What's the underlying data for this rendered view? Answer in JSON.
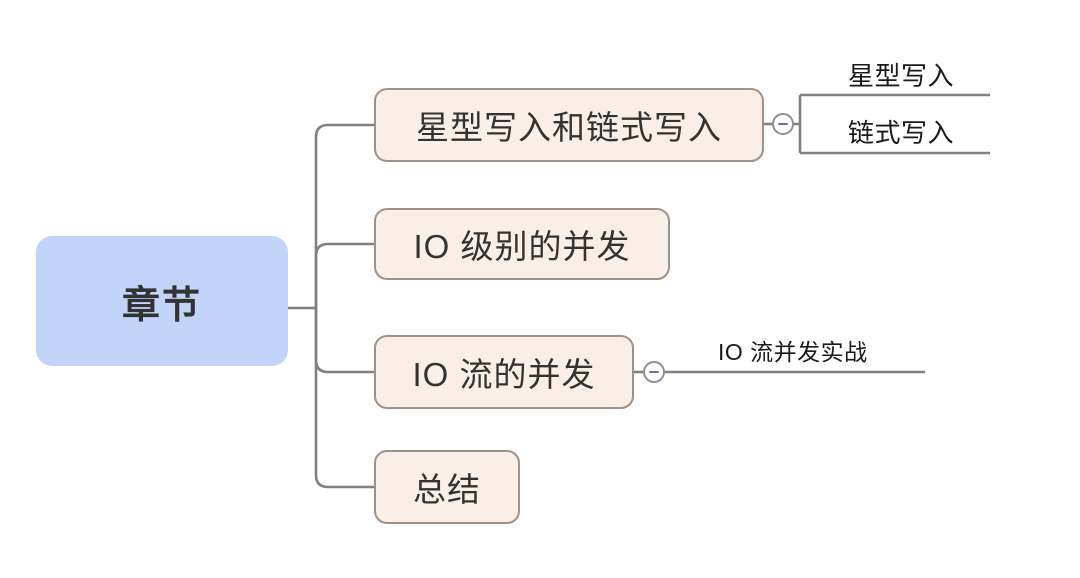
{
  "diagram": {
    "type": "mind-map",
    "background": "#ffffff",
    "root": {
      "label": "章节",
      "fill": "#c3d4fb",
      "text_color": "#333333"
    },
    "branch_style": {
      "fill": "#faefe6",
      "border": "#9e918a",
      "text_color": "#333333"
    },
    "edge_color": "#808080",
    "toggle": {
      "icon": "minus-icon",
      "glyph": "−",
      "border": "#8e8e94",
      "bar_color": "#6a6fb0",
      "state": "expanded"
    },
    "branches": [
      {
        "label": "星型写入和链式写入",
        "collapsible": true,
        "children": [
          {
            "label": "星型写入"
          },
          {
            "label": "链式写入"
          }
        ]
      },
      {
        "label": "IO 级别的并发",
        "collapsible": false,
        "children": []
      },
      {
        "label": "IO 流的并发",
        "collapsible": true,
        "children": [
          {
            "label": "IO 流并发实战"
          }
        ]
      },
      {
        "label": "总结",
        "collapsible": false,
        "children": []
      }
    ]
  }
}
